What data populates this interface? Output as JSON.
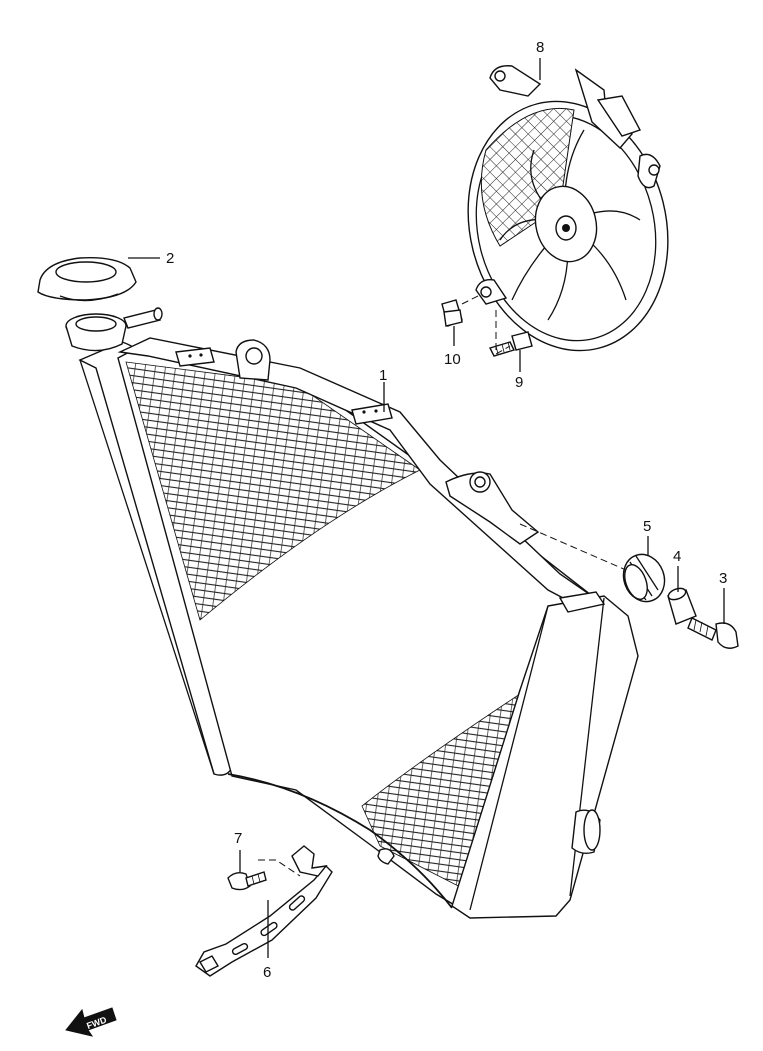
{
  "callouts": {
    "c1": "1",
    "c2": "2",
    "c3": "3",
    "c4": "4",
    "c5": "5",
    "c6": "6",
    "c7": "7",
    "c8": "8",
    "c9": "9",
    "c10": "10"
  },
  "fwd_label": "FWD",
  "colors": {
    "line": "#111111",
    "background": "#ffffff"
  }
}
